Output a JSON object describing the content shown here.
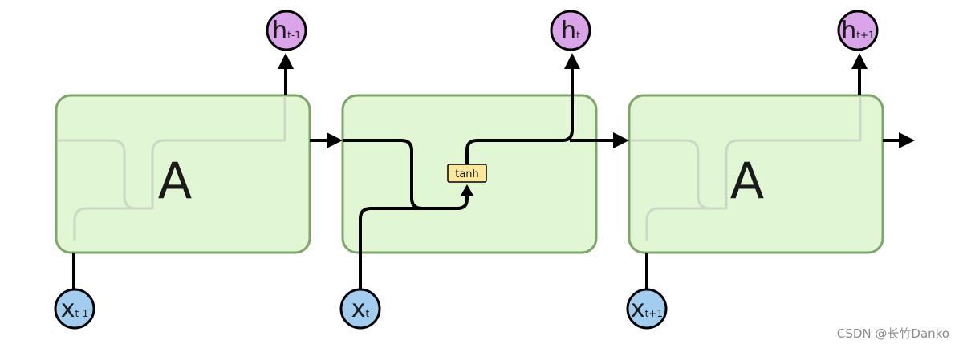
{
  "cells": [
    {
      "label": "A"
    },
    {
      "label": ""
    },
    {
      "label": "A"
    }
  ],
  "outputs": [
    {
      "main": "h",
      "sub": "t-1"
    },
    {
      "main": "h",
      "sub": "t"
    },
    {
      "main": "h",
      "sub": "t+1"
    }
  ],
  "inputs": [
    {
      "main": "x",
      "sub": "t-1"
    },
    {
      "main": "x",
      "sub": "t"
    },
    {
      "main": "x",
      "sub": "t+1"
    }
  ],
  "activation": {
    "label": "tanh"
  },
  "watermark": "CSDN @长竹Danko",
  "colors": {
    "cell_fill": "#e1f6d3",
    "cell_border": "#7ea66b",
    "output_node": "#d9a5e8",
    "input_node": "#a3cdee",
    "activation_box": "#fbe89a"
  }
}
